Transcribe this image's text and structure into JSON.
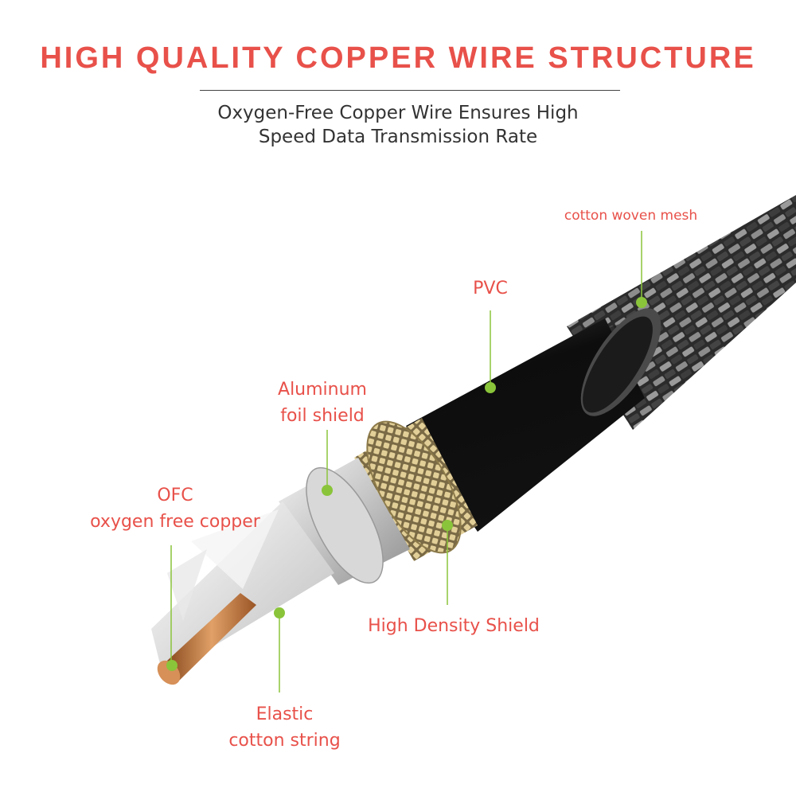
{
  "header": {
    "title": "HIGH QUALITY COPPER WIRE STRUCTURE",
    "subtitle_line1": "Oxygen-Free Copper Wire Ensures High",
    "subtitle_line2": "Speed Data Transmission Rate"
  },
  "labels": {
    "cotton_mesh": "cotton woven mesh",
    "pvc": "PVC",
    "aluminum_line1": "Aluminum",
    "aluminum_line2": "foil shield",
    "ofc_line1": "OFC",
    "ofc_line2": "oxygen free copper",
    "shield": "High Density Shield",
    "elastic_line1": "Elastic",
    "elastic_line2": "cotton string"
  },
  "colors": {
    "label": "#e8514a",
    "callout": "#8ac43a",
    "copper": "#c8773c",
    "shield_gold": "#c9b37a"
  }
}
